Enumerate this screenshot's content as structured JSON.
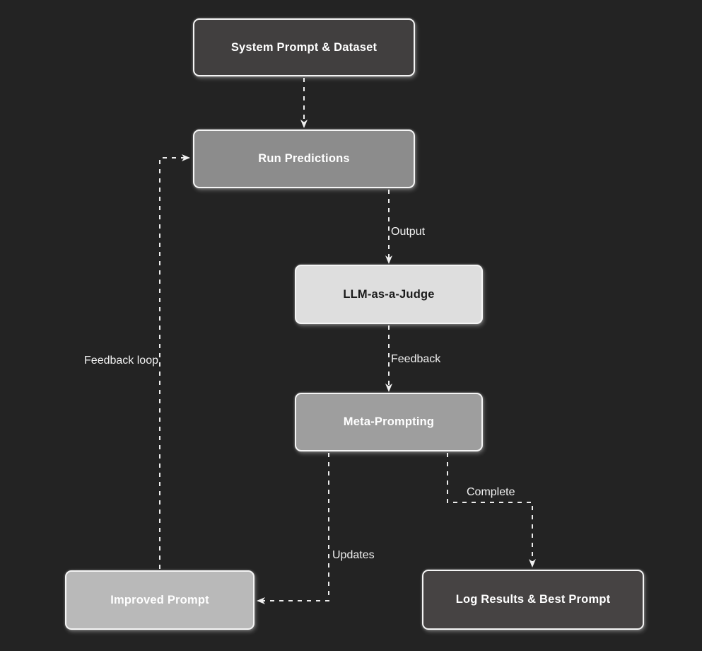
{
  "diagram": {
    "background_color": "#232323",
    "edge_color": "#ececec",
    "arrow_color": "#f0f0f0",
    "node_border_color": "#f5f5f5",
    "nodes": [
      {
        "id": "start",
        "label": "System Prompt & Dataset",
        "fill": "#413f3f",
        "text_color": "#ffffff"
      },
      {
        "id": "run",
        "label": "Run Predictions",
        "fill": "#8c8c8c",
        "text_color": "#ffffff"
      },
      {
        "id": "judge",
        "label": "LLM-as-a-Judge",
        "fill": "#dedede",
        "text_color": "#1b1b1b"
      },
      {
        "id": "meta",
        "label": "Meta-Prompting",
        "fill": "#9e9e9e",
        "text_color": "#ffffff"
      },
      {
        "id": "improved",
        "label": "Improved Prompt",
        "fill": "#b9b9b9",
        "text_color": "#ffffff"
      },
      {
        "id": "log",
        "label": "Log Results & Best Prompt",
        "fill": "#464343",
        "text_color": "#ffffff"
      }
    ],
    "edges": [
      {
        "from": "start",
        "to": "run",
        "label": ""
      },
      {
        "from": "run",
        "to": "judge",
        "label": "Output"
      },
      {
        "from": "judge",
        "to": "meta",
        "label": "Feedback"
      },
      {
        "from": "meta",
        "to": "improved",
        "label": "Updates"
      },
      {
        "from": "meta",
        "to": "log",
        "label": "Complete"
      },
      {
        "from": "improved",
        "to": "run",
        "label": "Feedback loop"
      }
    ],
    "edge_style": "dashed"
  }
}
